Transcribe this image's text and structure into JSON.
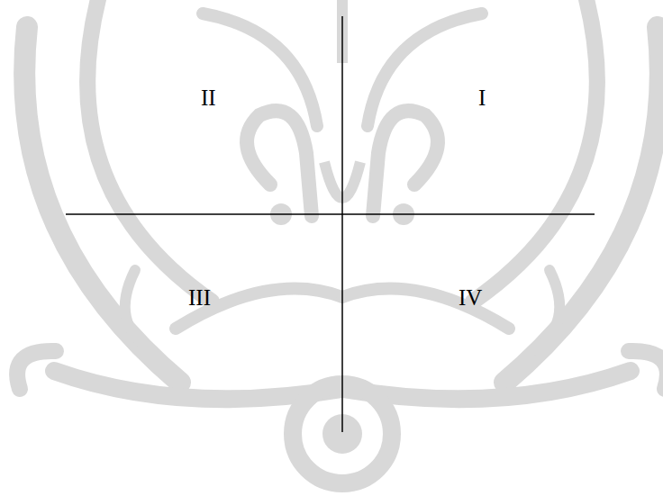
{
  "diagram": {
    "labels": [
      "II",
      "I",
      "III",
      "IV"
    ]
  }
}
